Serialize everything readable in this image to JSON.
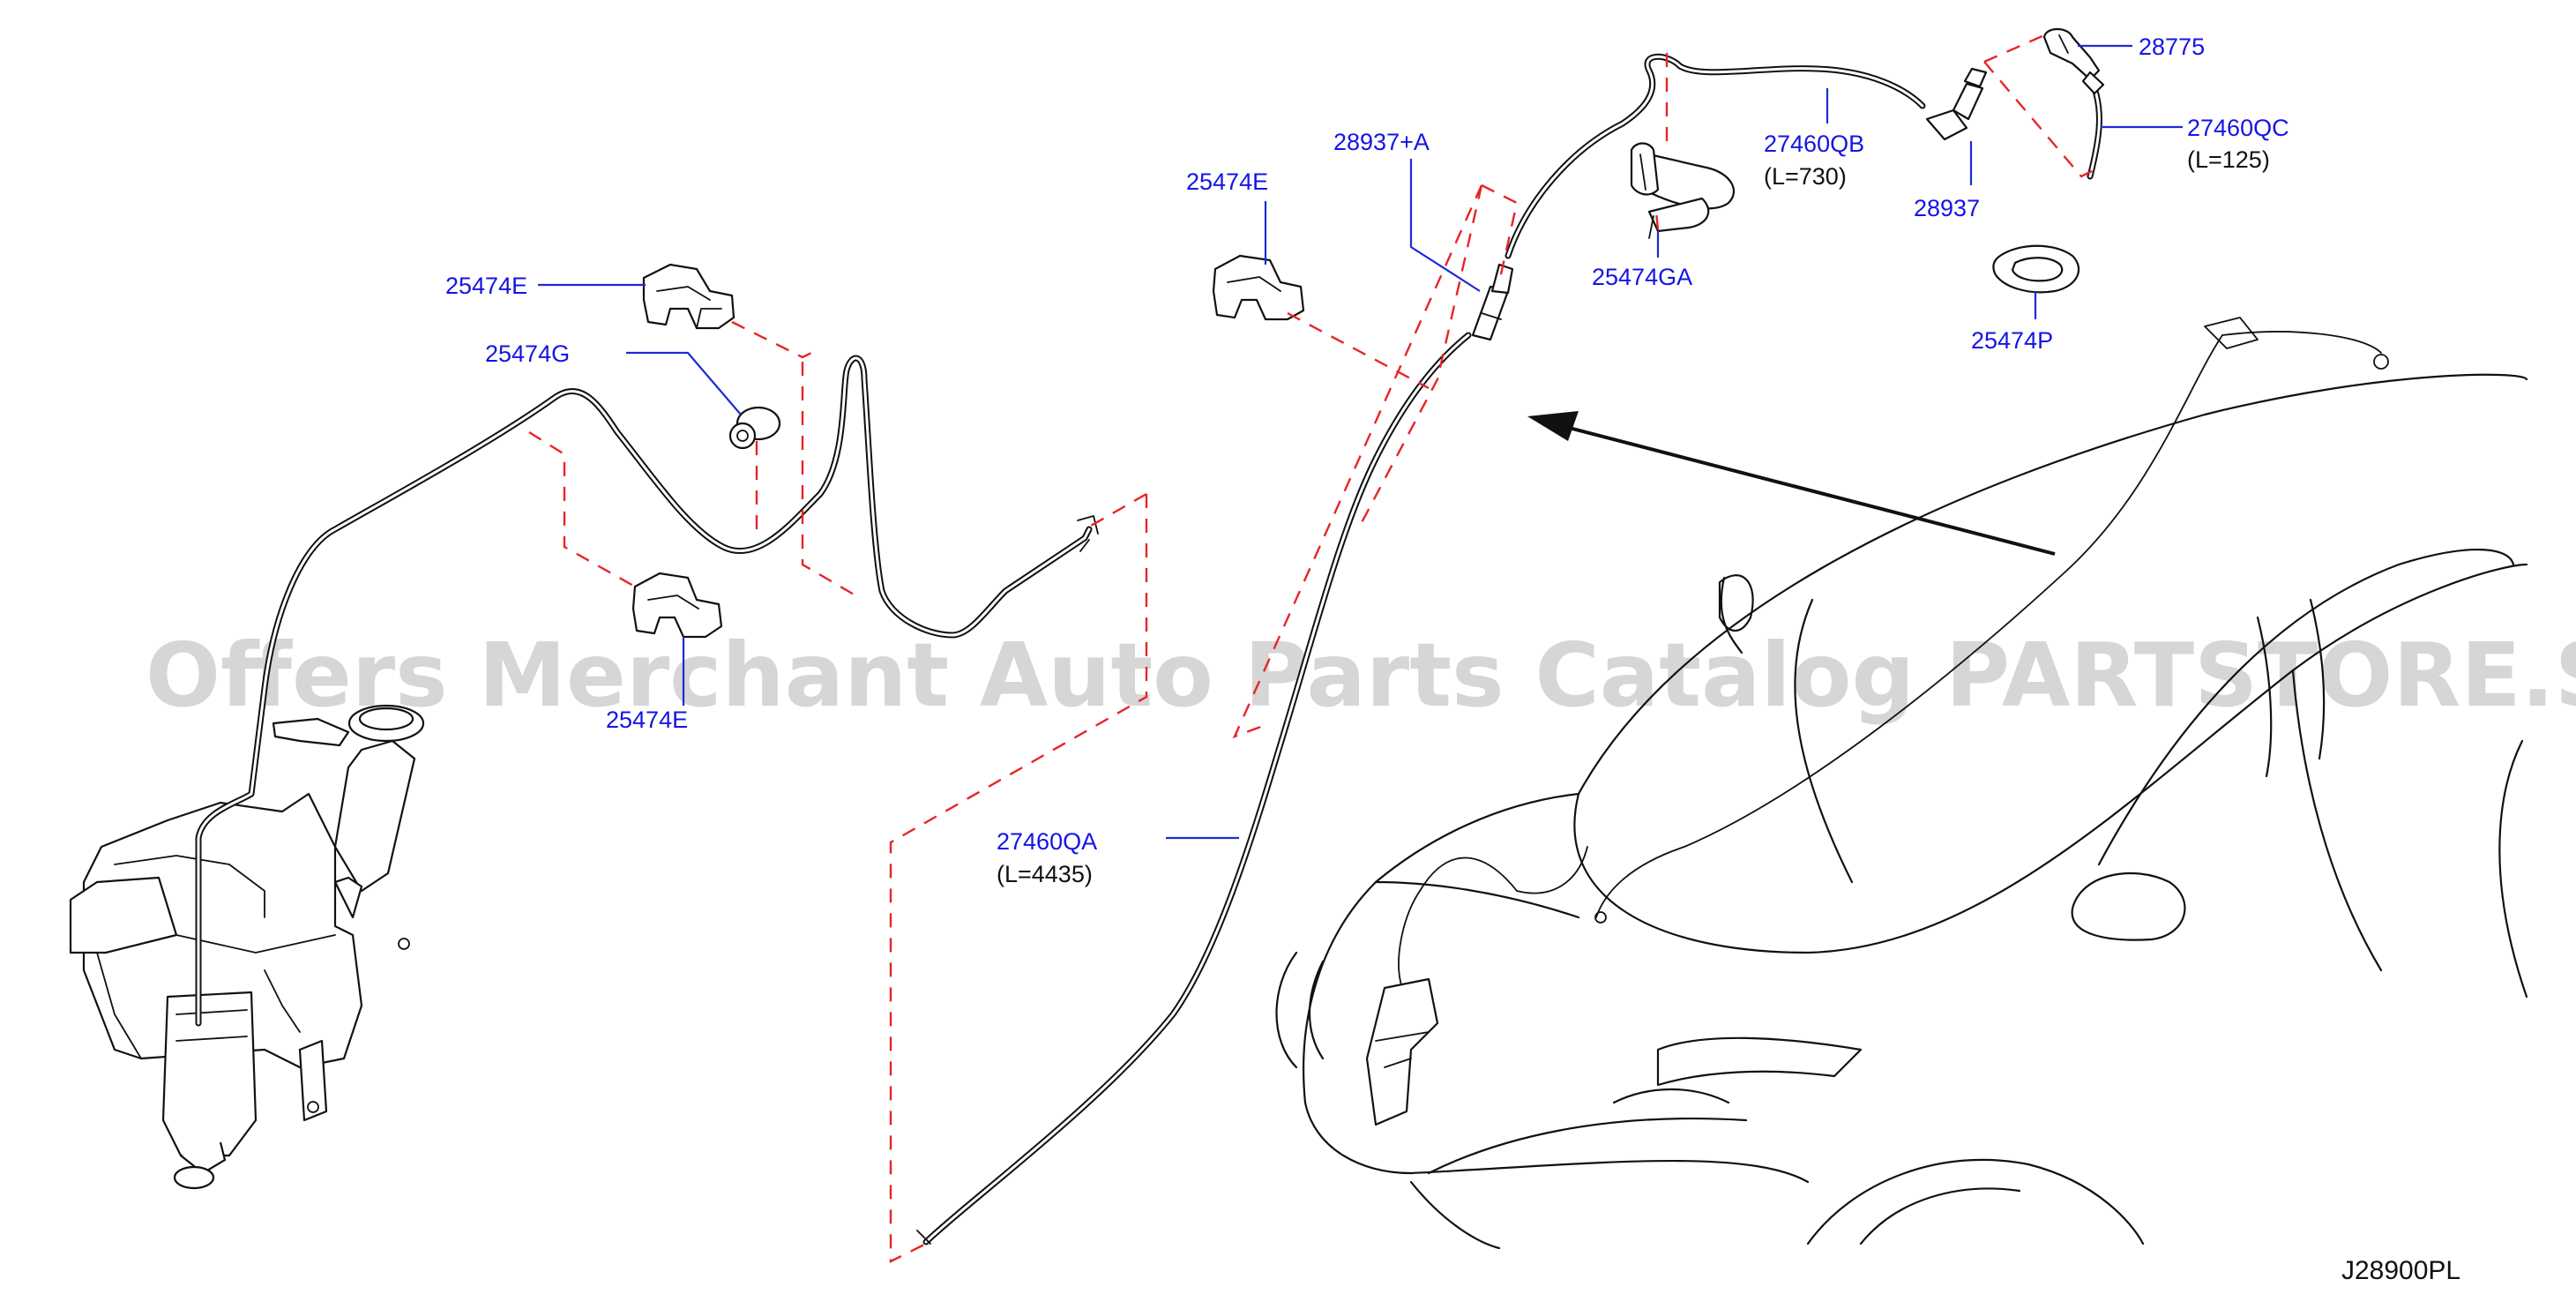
{
  "watermark": "Offers Merchant Auto Parts Catalog PARTSTORE.SA",
  "diagram_ref": "J28900PL",
  "callouts": {
    "clip_upper_left": "25474E",
    "grommet_g": "25474G",
    "clip_lower_left": "25474E",
    "clip_center": "25474E",
    "joint_a": "28937+A",
    "hose_main": "27460QA",
    "hose_main_len": "(L=4435)",
    "hose_qb": "27460QB",
    "hose_qb_len": "(L=730)",
    "joint_elbow": "28937",
    "grommet_ga": "25474GA",
    "nozzle": "28775",
    "hose_qc": "27460QC",
    "hose_qc_len": "(L=125)",
    "grommet_p": "25474P"
  },
  "colors": {
    "part_label": "#1414e6",
    "leader": "#1d2bd6",
    "guide_dash": "#e8242a",
    "linework": "#111111"
  }
}
